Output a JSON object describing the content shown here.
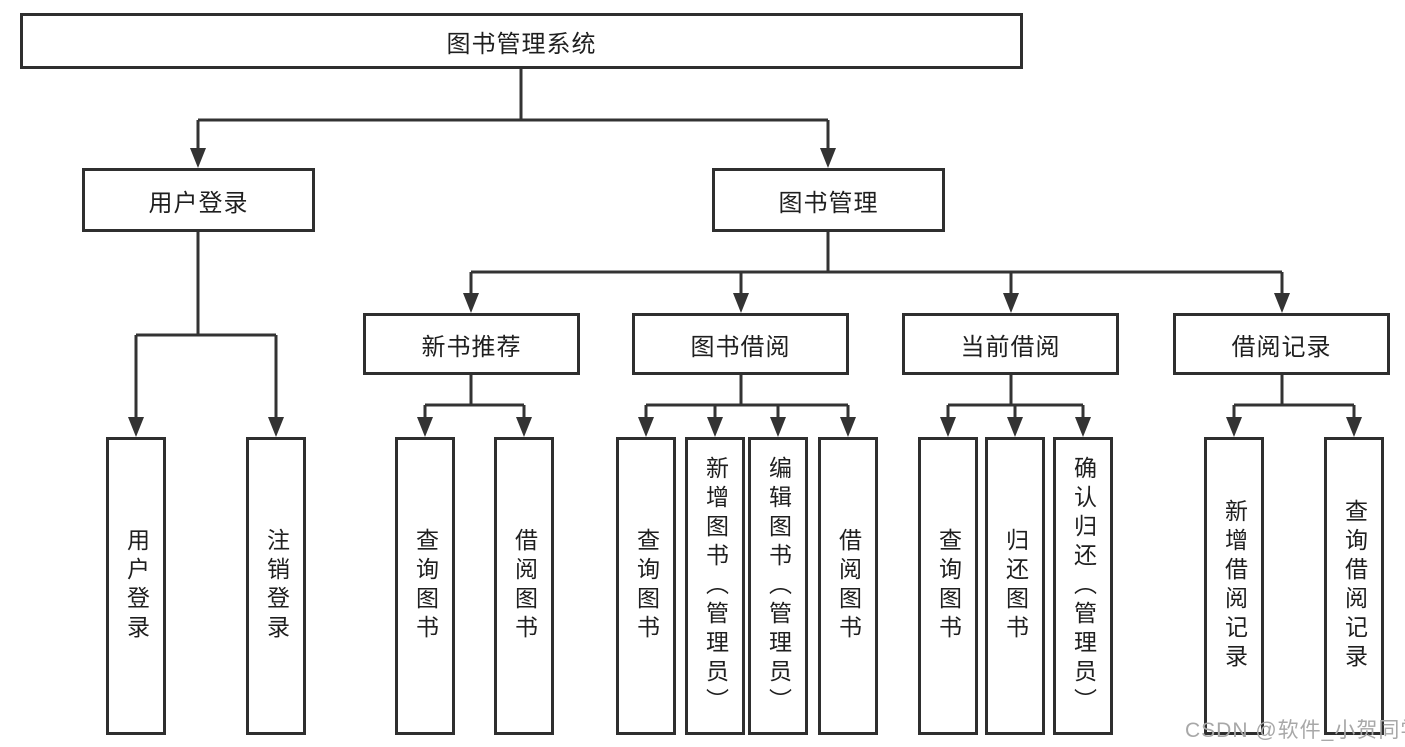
{
  "tree": {
    "root": {
      "label": "图书管理系统",
      "children": [
        {
          "label": "用户登录",
          "children": [
            {
              "label": "用户登录"
            },
            {
              "label": "注销登录"
            }
          ]
        },
        {
          "label": "图书管理",
          "children": [
            {
              "label": "新书推荐",
              "children": [
                {
                  "label": "查询图书"
                },
                {
                  "label": "借阅图书"
                }
              ]
            },
            {
              "label": "图书借阅",
              "children": [
                {
                  "label": "查询图书"
                },
                {
                  "label": "新增图书（管理员）"
                },
                {
                  "label": "编辑图书（管理员）"
                },
                {
                  "label": "借阅图书"
                }
              ]
            },
            {
              "label": "当前借阅",
              "children": [
                {
                  "label": "查询图书"
                },
                {
                  "label": "归还图书"
                },
                {
                  "label": "确认归还（管理员）"
                }
              ]
            },
            {
              "label": "借阅记录",
              "children": [
                {
                  "label": "新增借阅记录"
                },
                {
                  "label": "查询借阅记录"
                }
              ]
            }
          ]
        }
      ]
    }
  },
  "watermark": "CSDN @软件_小贺同学",
  "colors": {
    "line": "#333333",
    "border": "#2f2f2f",
    "text": "#1f1f1f",
    "watermark": "#a8a8a8"
  }
}
